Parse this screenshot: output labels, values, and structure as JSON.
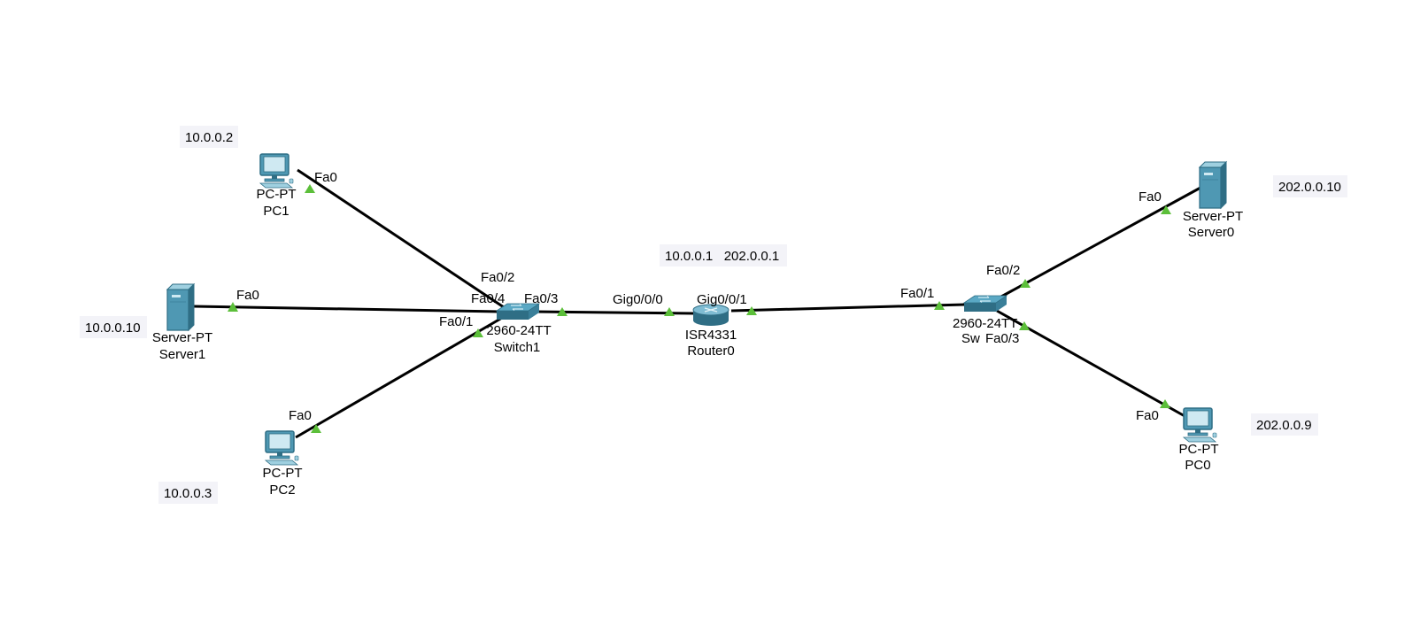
{
  "colors": {
    "link": "#000000",
    "port_indicator": "#5cbf3a",
    "device_blue": "#4f98b3",
    "device_dark": "#2f6e85",
    "device_light": "#9fd0e0",
    "note_bg": "#f3f3f8"
  },
  "devices": {
    "pc1": {
      "model": "PC-PT",
      "name": "PC1",
      "icon": "pc-icon"
    },
    "server1": {
      "model": "Server-PT",
      "name": "Server1",
      "icon": "server-icon"
    },
    "pc2": {
      "model": "PC-PT",
      "name": "PC2",
      "icon": "pc-icon"
    },
    "switch1": {
      "model": "2960-24TT",
      "name": "Switch1",
      "icon": "switch-icon"
    },
    "router0": {
      "model": "ISR4331",
      "name": "Router0",
      "icon": "router-icon"
    },
    "switch0": {
      "model": "2960-24TT",
      "name": "Sw",
      "icon": "switch-icon"
    },
    "server0": {
      "model": "Server-PT",
      "name": "Server0",
      "icon": "server-icon"
    },
    "pc0": {
      "model": "PC-PT",
      "name": "PC0",
      "icon": "pc-icon"
    }
  },
  "ports": {
    "pc1_fa0": "Fa0",
    "server1_fa0": "Fa0",
    "pc2_fa0": "Fa0",
    "sw1_fa0_2": "Fa0/2",
    "sw1_fa0_4": "Fa0/4",
    "sw1_fa0_3": "Fa0/3",
    "sw1_fa0_1": "Fa0/1",
    "r0_gig0": "Gig0/0/0",
    "r0_gig1": "Gig0/0/1",
    "sw0_fa0_1": "Fa0/1",
    "sw0_fa0_2": "Fa0/2",
    "sw0_fa0_3": "Fa0/3",
    "server0_fa0": "Fa0",
    "pc0_fa0": "Fa0"
  },
  "notes": {
    "pc1_ip": "10.0.0.2",
    "server1_ip": "10.0.0.10",
    "pc2_ip": "10.0.0.3",
    "router_ips": "10.0.0.1   202.0.0.1",
    "server0_ip": "202.0.0.10",
    "pc0_ip": "202.0.0.9"
  }
}
